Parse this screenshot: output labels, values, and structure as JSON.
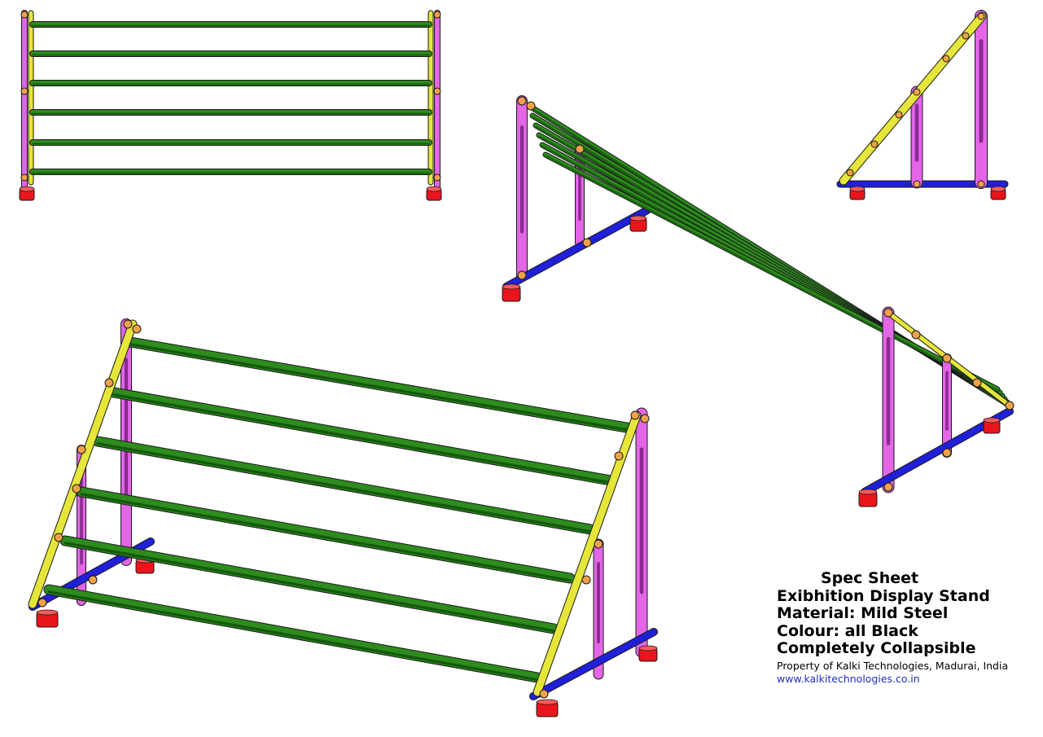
{
  "spec_sheet": {
    "title": "Spec Sheet",
    "product": "Exibhition Display Stand",
    "material": "Material: Mild Steel",
    "colour": "Colour: all Black",
    "feature": "Completely Collapsible",
    "owner": "Property of Kalki Technologies, Madurai, India",
    "website": "www.kalkitechnologies.co.in"
  },
  "palette": {
    "rail": "#2e8b1e",
    "rail_dark": "#135a0c",
    "upright": "#e266e6",
    "upright_dark": "#8a2a90",
    "base": "#2020d8",
    "foot": "#e8161c",
    "frame": "#e6e63a",
    "bolt": "#f0a24a",
    "outline": "#1a1a1a"
  },
  "views": [
    {
      "name": "front-view"
    },
    {
      "name": "isometric-flat-view"
    },
    {
      "name": "side-view"
    },
    {
      "name": "isometric-open-view"
    }
  ]
}
